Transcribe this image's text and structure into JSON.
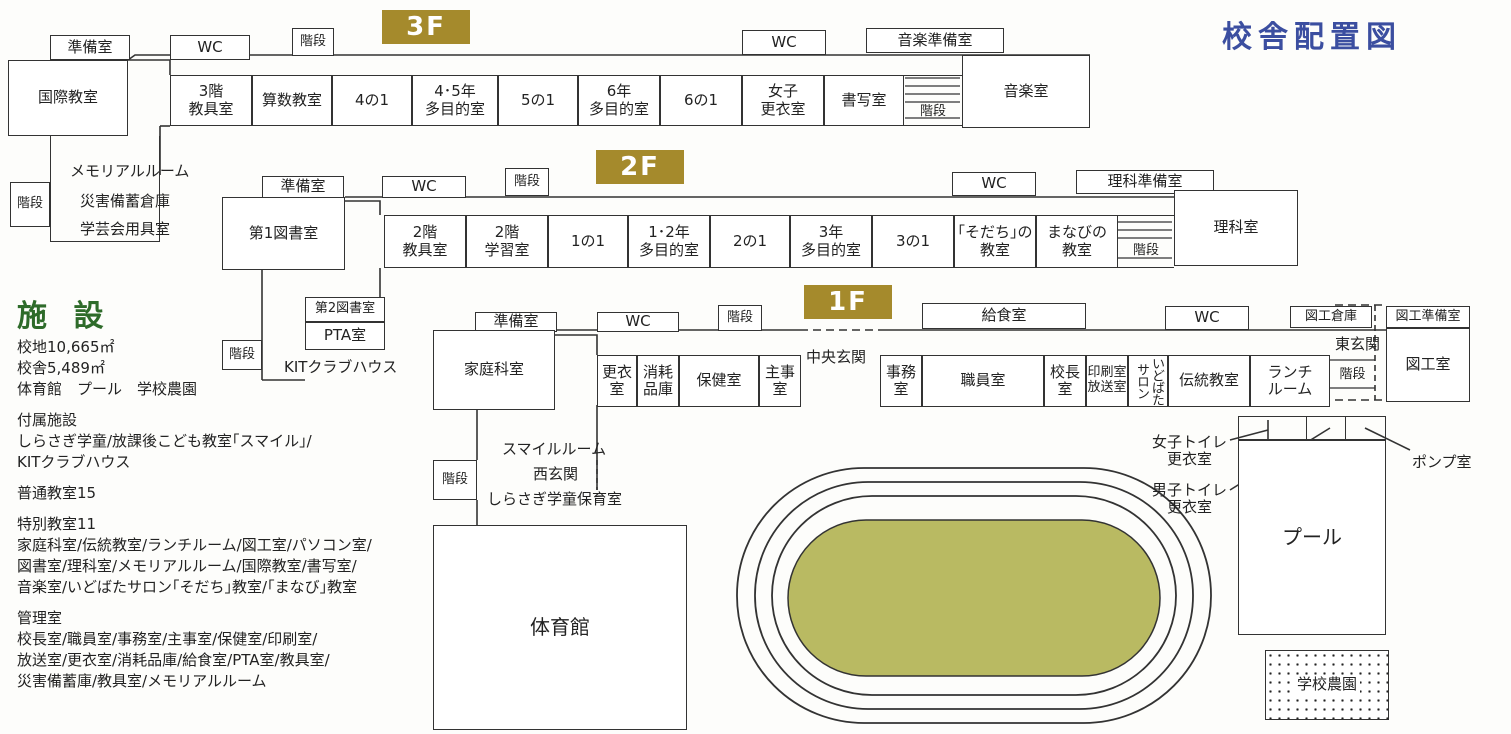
{
  "title": "校舎配置図",
  "floors": {
    "f3": "3F",
    "f2": "2F",
    "f1": "1F"
  },
  "rooms": {
    "r3_junbi": "準備室",
    "r3_wc1": "WC",
    "r3_kaidan_top": "階段",
    "r3_kokusai": "国際教室",
    "r3_wc2": "WC",
    "r3_ongaku_junbi": "音楽準備室",
    "r3_ongaku": "音楽室",
    "r3_kyogu": "3階\n教具室",
    "r3_sansu": "算数教室",
    "r3_4no1": "4の1",
    "r3_45mokuteki": "4･5年\n多目的室",
    "r3_5no1": "5の1",
    "r3_6mokuteki": "6年\n多目的室",
    "r3_6no1": "6の1",
    "r3_joshi": "女子\n更衣室",
    "r3_shosha": "書写室",
    "r3_kaidan_r": "階段",
    "r2_junbi": "準備室",
    "r2_wc1": "WC",
    "r2_kaidan_top": "階段",
    "r2_wc2": "WC",
    "r2_rika_junbi": "理科準備室",
    "r2_tosho1": "第1図書室",
    "r2_kyogu": "2階\n教具室",
    "r2_gakushu": "2階\n学習室",
    "r2_1no1": "1の1",
    "r2_12mokuteki": "1･2年\n多目的室",
    "r2_2no1": "2の1",
    "r2_3mokuteki": "3年\n多目的室",
    "r2_3no1": "3の1",
    "r2_sodachi": "｢そだち｣の\n教室",
    "r2_manabi": "まなびの\n教室",
    "r2_kaidan_r": "階段",
    "r2_rika": "理科室",
    "r2_tosho2": "第2図書室",
    "r2_pta": "PTA室",
    "r2_kaidan_left": "階段",
    "left_kaidan": "階段",
    "r1_junbi": "準備室",
    "r1_wc1": "WC",
    "r1_kaidan_top": "階段",
    "r1_kyushoku": "給食室",
    "r1_wc2": "WC",
    "r1_zuko_souko": "図工倉庫",
    "r1_zuko_junbi": "図工準備室",
    "r1_katei": "家庭科室",
    "r1_koui": "更衣\n室",
    "r1_shomo": "消耗\n品庫",
    "r1_hoken": "保健室",
    "r1_shuji": "主事\n室",
    "r1_jimu": "事務\n室",
    "r1_shokuin": "職員室",
    "r1_kocho": "校長\n室",
    "r1_insatsu": "印刷室\n放送室",
    "r1_saron": "いどばたサロン",
    "r1_dento": "伝統教室",
    "r1_lunch": "ランチ\nルーム",
    "r1_kaidan_r": "階段",
    "r1_zuko": "図工室",
    "r1_kaidan_left": "階段",
    "r1_taiiku": "体育館",
    "pool": "プール",
    "farm": "学校農園"
  },
  "labels": {
    "memorial": "メモリアルルーム",
    "saigai": "災害備蓄倉庫",
    "gakugei": "学芸会用具室",
    "kit": "KITクラブハウス",
    "chuo_genkan": "中央玄関",
    "higashi_genkan": "東玄関",
    "smile": "スマイルルーム",
    "nishi_genkan": "西玄関",
    "hoikushitsu": "しらさぎ学童保育室",
    "joshi_toilet": "女子トイレ\n更衣室",
    "danshi_toilet": "男子トイレ\n更衣室",
    "pump": "ポンプ室"
  },
  "facilities": {
    "heading": "施 設",
    "lines1": [
      "校地10,665㎡",
      "校舎5,489㎡",
      "体育館　プール　学校農園"
    ],
    "lines2": [
      "付属施設",
      "しらさぎ学童/放課後こども教室｢スマイル｣/",
      "KITクラブハウス"
    ],
    "lines3": [
      "普通教室15"
    ],
    "lines4": [
      "特別教室11",
      "家庭科室/伝統教室/ランチルーム/図工室/パソコン室/",
      "図書室/理科室/メモリアルルーム/国際教室/書写室/",
      "音楽室/いどばたサロン｢そだち｣教室/｢まなび｣教室"
    ],
    "lines5": [
      "管理室",
      "校長室/職員室/事務室/主事室/保健室/印刷室/",
      "放送室/更衣室/消耗品庫/給食室/PTA室/教具室/",
      "災害備蓄庫/教具室/メモリアルルーム"
    ]
  },
  "colors": {
    "floor_label": "#a58a2c",
    "title": "#3b4ea0",
    "facility_heading": "#2e6b2a",
    "field": "#b9ba62"
  }
}
